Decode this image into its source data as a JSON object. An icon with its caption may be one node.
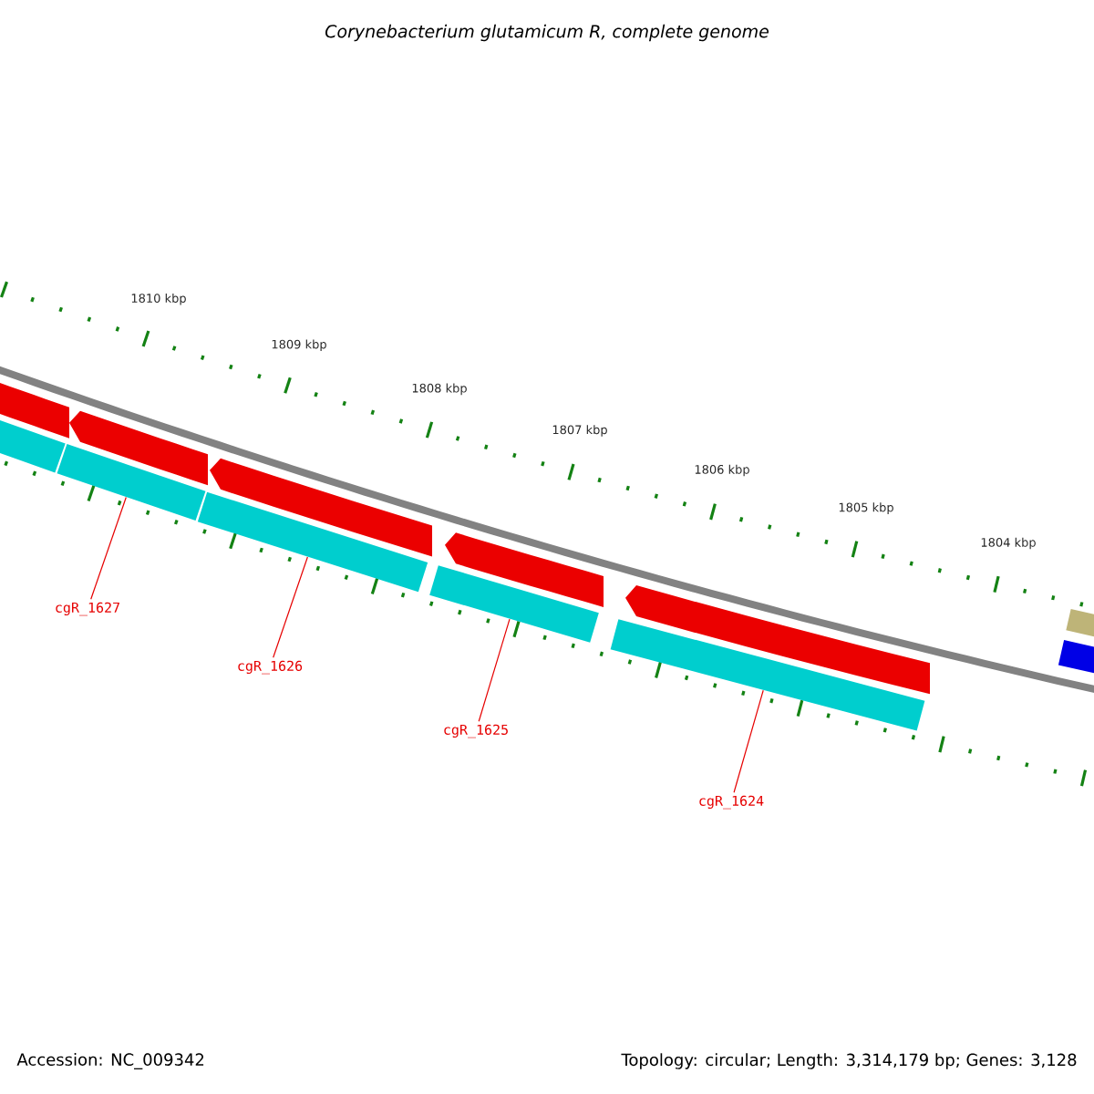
{
  "diagram": {
    "title": "Corynebacterium glutamicum R, complete genome",
    "nodes": [
      {
        "text": [],
        "shape": "arrow"
      },
      {
        "text": [],
        "shape": "arrow"
      },
      {
        "text": [],
        "shape": "arrow"
      },
      {
        "text": [],
        "shape": "arrow"
      },
      {
        "text": [],
        "shape": "arrow"
      },
      {
        "text": [],
        "shape": "bar"
      },
      {
        "text": [],
        "shape": "bar"
      },
      {
        "text": [],
        "shape": "bar"
      },
      {
        "text": [],
        "shape": "bar"
      },
      {
        "text": [],
        "shape": "bar"
      },
      {
        "text": [],
        "shape": "bar"
      },
      {
        "text": [],
        "shape": "bar"
      },
      {
        "text": [
          "cgR_1627"
        ]
      },
      {
        "text": [
          "cgR_1626"
        ]
      },
      {
        "text": [
          "cgR_1625"
        ]
      },
      {
        "text": [
          "cgR_1624"
        ]
      }
    ],
    "edges": [
      {
        "from": 12,
        "to": 7,
        "arrow": "none"
      },
      {
        "from": 13,
        "to": 8,
        "arrow": "none"
      },
      {
        "from": 14,
        "to": 9,
        "arrow": "none"
      },
      {
        "from": 15,
        "to": 10,
        "arrow": "none"
      }
    ],
    "labels": [
      "1810 kbp",
      "1809 kbp",
      "1808 kbp",
      "1807 kbp",
      "1806 kbp",
      "1805 kbp",
      "1804 kbp",
      "Accession: NC_009342",
      "Topology: circular; Length: 3,314,179 bp; Genes: 3,128"
    ]
  }
}
